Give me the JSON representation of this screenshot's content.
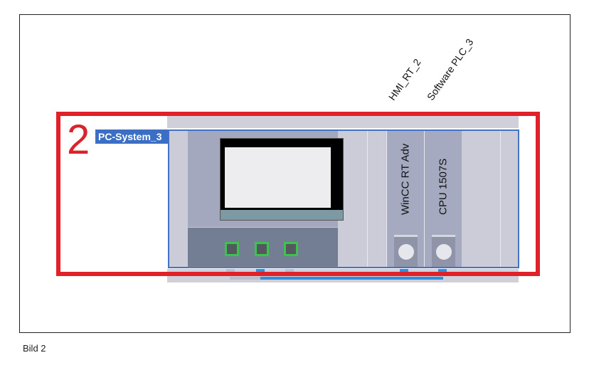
{
  "caption": "Bild 2",
  "labels": {
    "hmi_runtime": "HMI_RT_2",
    "software_plc": "Software PLC_3"
  },
  "system": {
    "number": "2",
    "name": "PC-System_3"
  },
  "modules": [
    {
      "name": "WinCC RT Adv"
    },
    {
      "name": "CPU 1507S"
    }
  ],
  "colors": {
    "highlight": "#e0212a",
    "selection": "#4472c4",
    "port": "#3dc24d",
    "network": "#2e8fdc"
  }
}
